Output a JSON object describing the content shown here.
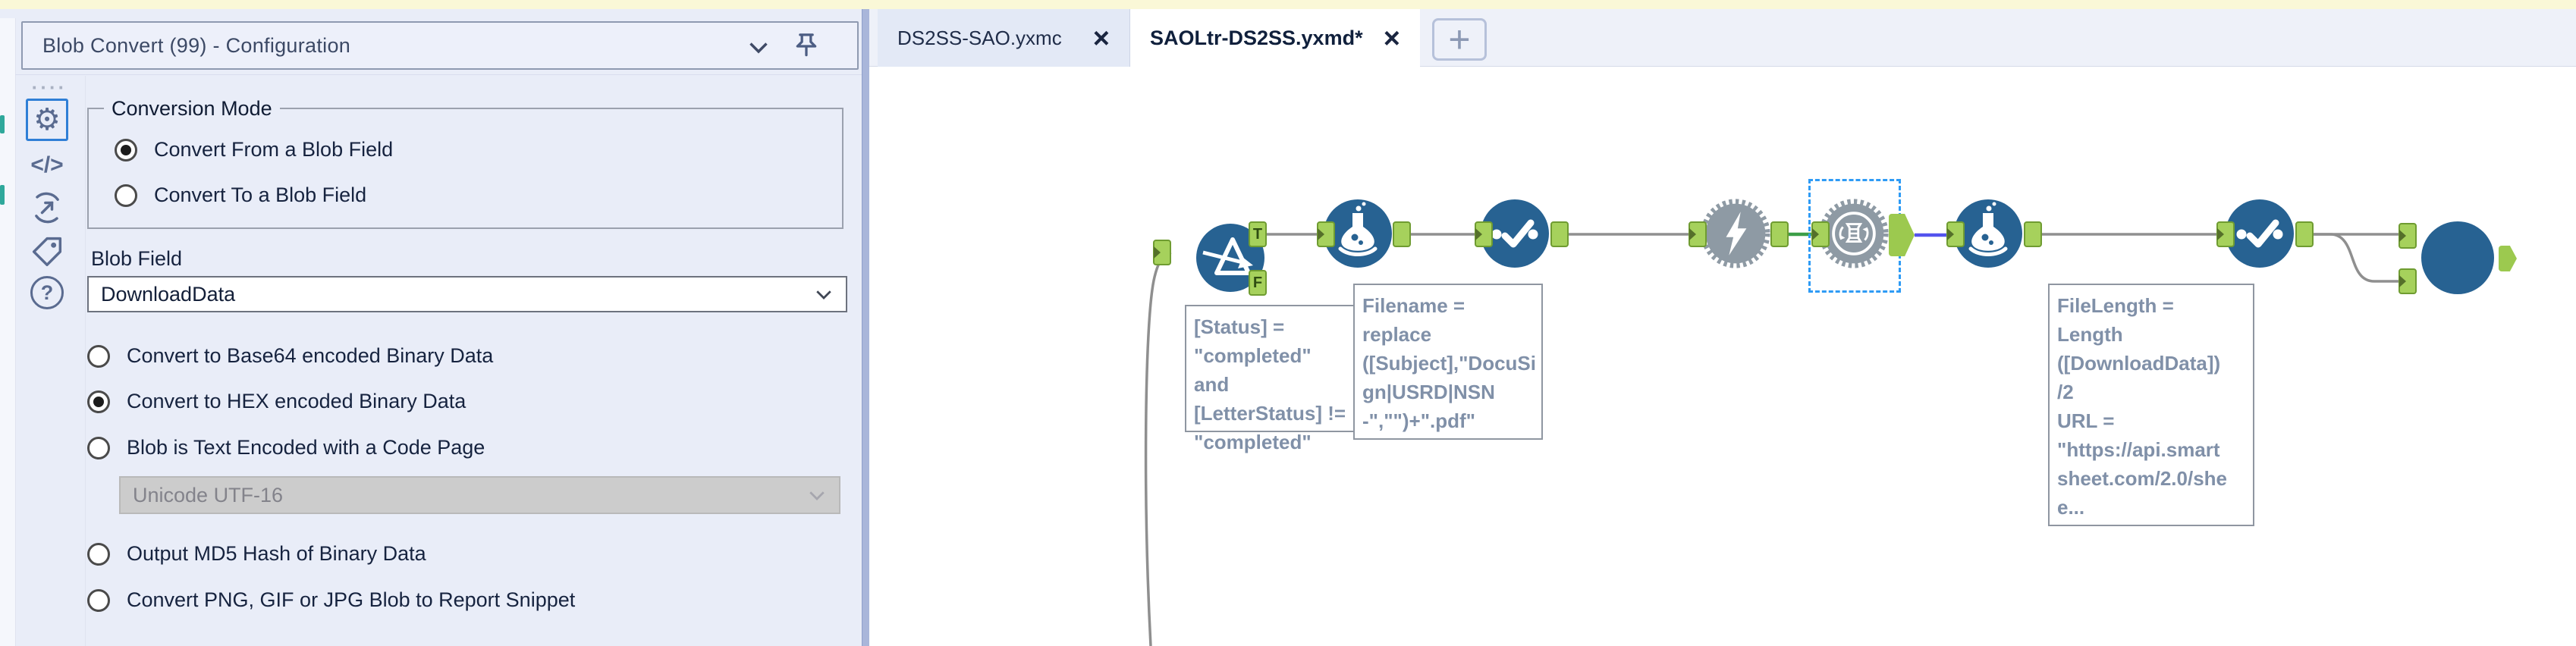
{
  "config_panel": {
    "title": "Blob Convert (99) - Configuration",
    "dots": "····",
    "code_glyph": "</>",
    "help_glyph": "?",
    "sidebar_icons": [
      "gear-icon",
      "code-icon",
      "run-arrow-icon",
      "tag-icon",
      "help-icon"
    ],
    "conversion_mode": {
      "legend": "Conversion Mode",
      "options": [
        {
          "label": "Convert From a Blob Field",
          "selected": true
        },
        {
          "label": "Convert To a Blob Field",
          "selected": false
        }
      ]
    },
    "blob_field": {
      "label": "Blob Field",
      "value": "DownloadData"
    },
    "encoding_options": [
      {
        "label": "Convert to Base64 encoded Binary Data",
        "selected": false
      },
      {
        "label": "Convert to HEX encoded Binary Data",
        "selected": true
      },
      {
        "label": "Blob is Text Encoded with a Code Page",
        "selected": false
      }
    ],
    "code_page": {
      "value": "Unicode UTF-16",
      "disabled": true
    },
    "hash_options": [
      {
        "label": "Output MD5 Hash of Binary Data",
        "selected": false
      },
      {
        "label": "Convert PNG, GIF or JPG Blob to Report Snippet",
        "selected": false
      }
    ]
  },
  "tab_bar": {
    "tabs": [
      {
        "label": "DS2SS-SAO.yxmc",
        "active": false,
        "close_glyph": "×"
      },
      {
        "label": "SAOLtr-DS2SS.yxmd*",
        "active": true,
        "close_glyph": "×"
      }
    ],
    "new_tab_glyph": "+"
  },
  "workflow": {
    "tools": [
      "filter-tool",
      "formula-tool",
      "select-tool",
      "macro-lightning-tool",
      "blob-convert-macro-tool (selected)",
      "formula-tool",
      "select-tool",
      "output-tool"
    ],
    "anchor_labels": {
      "t": "T",
      "f": "F"
    },
    "annotations": [
      {
        "text": "[Status] =\n\"completed\" and\n[LetterStatus] !=\n\"completed\""
      },
      {
        "text": "Filename =\nreplace\n([Subject],\"DocuSi\ngn|USRD|NSN\n-\",\"\")+\".pdf\""
      },
      {
        "text": "FileLength =\nLength\n([DownloadData])\n/2\nURL =\n\"https://api.smart\nsheet.com/2.0/she\ne..."
      }
    ]
  },
  "colors": {
    "tool_blue": "#276292",
    "macro_gray": "#8e9aa4",
    "anchor_green": "#a6d15c",
    "wire_gray": "#8f8f8f",
    "wire_green": "#3c9e47",
    "wire_blue": "#5353ee",
    "selection_blue": "#2e9bf5",
    "panel_bg": "#e9edf8",
    "top_strip_yellow": "#faf8d7"
  }
}
